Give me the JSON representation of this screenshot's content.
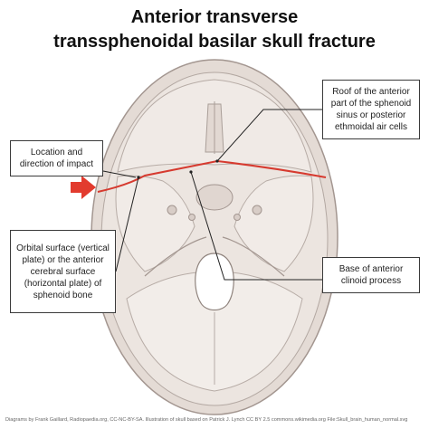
{
  "title": {
    "line1": "Anterior transverse",
    "line2": "transsphenoidal basilar skull fracture"
  },
  "labels": {
    "roof": "Roof of the anterior part of the sphenoid sinus or posterior ethmoidal air cells",
    "impact": "Location and direction of impact",
    "orbital": "Orbital surface (vertical plate) or the anterior cerebral surface (horizontal plate) of sphenoid bone",
    "clinoid": "Base of anterior clinoid process"
  },
  "credit": "Diagrams by Frank Gaillard, Radiopaedia.org, CC-NC-BY-SA. Illustration of skull based on Patrick J. Lynch CC BY 2.5 commons.wikimedia.org File:Skull_brain_human_normal.svg",
  "colors": {
    "fracture": "#d63a2f",
    "arrow": "#e23b2e",
    "skull_fill": "#ede6e1",
    "skull_outline": "#9c8f88"
  }
}
